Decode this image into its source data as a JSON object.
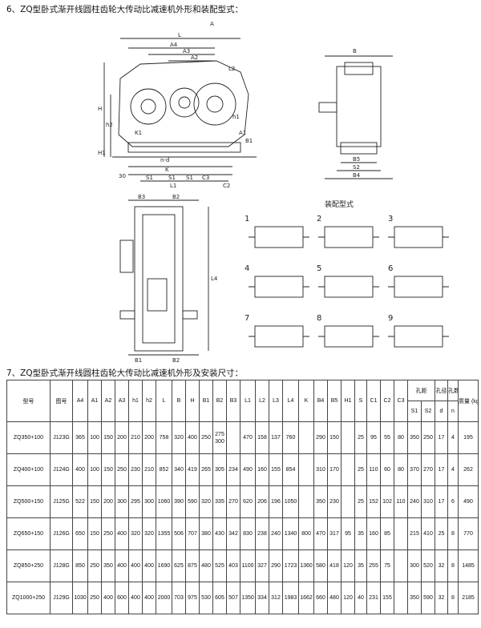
{
  "headings": {
    "outline": "6、ZQ型卧式渐开线圆柱齿轮大传动比减速机外形和装配型式：",
    "table": "7、ZQ型卧式渐开线圆柱齿轮大传动比减速机外形及安装尺寸："
  },
  "drawing_labels": {
    "side": [
      "L",
      "A4",
      "A3",
      "A2",
      "L2",
      "A",
      "H",
      "h2",
      "h1",
      "A1",
      "B1",
      "K1",
      "H1",
      "n-d",
      "K",
      "30",
      "S1",
      "S1",
      "S1",
      "C3",
      "L1",
      "C2"
    ],
    "front": [
      "B",
      "B5",
      "S2",
      "B4"
    ],
    "top": [
      "B3",
      "B2",
      "L4",
      "B1",
      "B2"
    ],
    "assembly_title": "装配型式",
    "assembly_numbers": [
      "1",
      "2",
      "3",
      "4",
      "5",
      "6",
      "7",
      "8",
      "9"
    ]
  },
  "table": {
    "headers": [
      "型号",
      "图号",
      "A4",
      "A1",
      "A2",
      "A3",
      "h1",
      "h2",
      "L",
      "B",
      "H",
      "B1",
      "B2",
      "B3",
      "L1",
      "L2",
      "L3",
      "L4",
      "K",
      "B4",
      "B5",
      "H1",
      "S",
      "C1",
      "C2",
      "C3",
      "孔距",
      "孔径",
      "孔数",
      "质量 (kg)"
    ],
    "subheaders": [
      "S1",
      "S2",
      "d",
      "n"
    ],
    "rows": [
      [
        "ZQ350+100",
        "J123G",
        "365",
        "100",
        "150",
        "200",
        "210",
        "200",
        "758",
        "320",
        "400",
        "250",
        "275 300",
        "",
        "470",
        "158",
        "137",
        "760",
        "",
        "290",
        "150",
        "",
        "25",
        "95",
        "55",
        "80",
        "350",
        "250",
        "17",
        "4",
        "195"
      ],
      [
        "ZQ400+100",
        "J124G",
        "400",
        "100",
        "150",
        "250",
        "230",
        "210",
        "852",
        "340",
        "419",
        "265",
        "305",
        "234",
        "490",
        "160",
        "155",
        "854",
        "",
        "310",
        "170",
        "",
        "25",
        "110",
        "60",
        "80",
        "370",
        "270",
        "17",
        "4",
        "262"
      ],
      [
        "ZQ500+150",
        "J125G",
        "522",
        "150",
        "200",
        "300",
        "295",
        "300",
        "1060",
        "390",
        "590",
        "320",
        "335",
        "270",
        "620",
        "206",
        "196",
        "1050",
        "",
        "350",
        "230",
        "",
        "25",
        "152",
        "102",
        "110",
        "240",
        "310",
        "17",
        "6",
        "490"
      ],
      [
        "ZQ650+150",
        "J126G",
        "650",
        "150",
        "250",
        "400",
        "320",
        "320",
        "1355",
        "506",
        "707",
        "380",
        "430",
        "342",
        "830",
        "238",
        "240",
        "1340",
        "800",
        "470",
        "317",
        "95",
        "35",
        "160",
        "85",
        "",
        "215",
        "410",
        "25",
        "8",
        "770"
      ],
      [
        "ZQ850+250",
        "J128G",
        "850",
        "250",
        "350",
        "400",
        "400",
        "400",
        "1690",
        "625",
        "875",
        "480",
        "525",
        "403",
        "1100",
        "327",
        "290",
        "1723",
        "1360",
        "580",
        "418",
        "120",
        "35",
        "255",
        "75",
        "",
        "300",
        "520",
        "32",
        "8",
        "1485"
      ],
      [
        "ZQ1000+250",
        "J129G",
        "1030",
        "250",
        "400",
        "600",
        "400",
        "400",
        "2000",
        "703",
        "975",
        "530",
        "605",
        "507",
        "1350",
        "334",
        "312",
        "1983",
        "1662",
        "660",
        "480",
        "120",
        "40",
        "231",
        "155",
        "",
        "350",
        "590",
        "32",
        "8",
        "2185"
      ]
    ]
  }
}
